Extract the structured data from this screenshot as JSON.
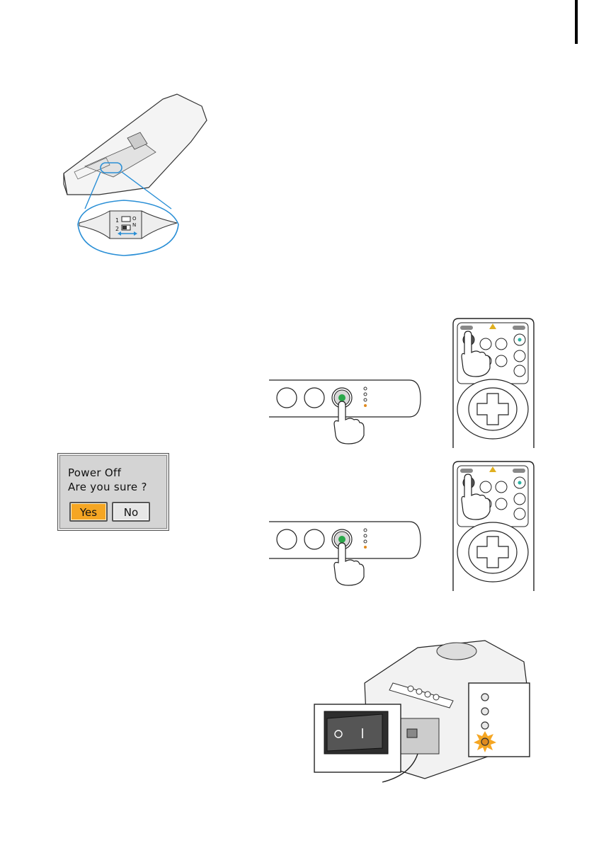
{
  "dip_switch": {
    "row1": "1",
    "row2": "2",
    "on_label_o": "O",
    "on_label_n": "N"
  },
  "dialog": {
    "line1": "Power Off",
    "line2": "Are you sure ?",
    "yes": "Yes",
    "no": "No"
  },
  "colors": {
    "blue_line": "#2a8fd6",
    "led_green": "#2aa84a",
    "led_amber": "#e08a1e",
    "yes_button": "#f5a623",
    "teal_led": "#2bb3a3"
  },
  "icons": [
    "remote-control-underside",
    "dip-switch",
    "hand-pointer-icon",
    "power-button",
    "remote-control-top",
    "projector",
    "power-switch",
    "indicator-leds"
  ]
}
